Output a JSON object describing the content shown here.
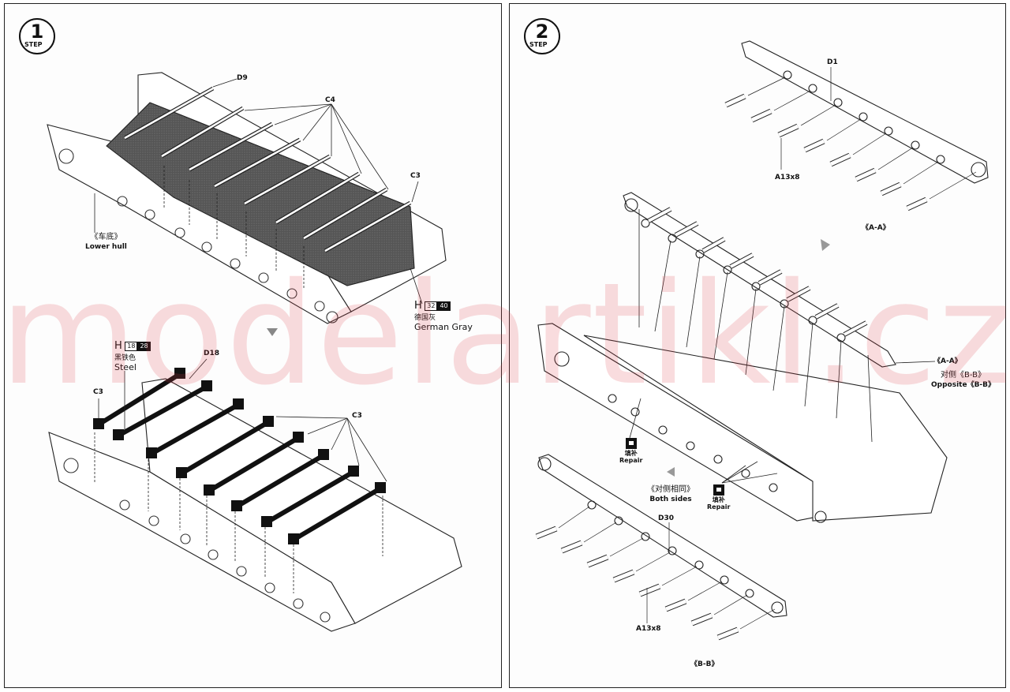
{
  "watermark": "modelartikl.cz",
  "step1": {
    "number": "1",
    "badge": "STEP",
    "labels": {
      "d9": "D9",
      "c4": "C4",
      "c3_top": "C3",
      "lower_hull_cn": "《车底》",
      "lower_hull_en": "Lower hull",
      "paint_top_h": "H",
      "paint_top_code1": "32",
      "paint_top_code2": "40",
      "paint_top_cn": "德国灰",
      "paint_top_en": "German Gray",
      "paint_bot_h": "H",
      "paint_bot_code1": "18",
      "paint_bot_code2": "28",
      "paint_bot_cn": "黑铁色",
      "paint_bot_en": "Steel",
      "d18": "D18",
      "c3_left": "C3",
      "c3_right": "C3"
    }
  },
  "step2": {
    "number": "2",
    "badge": "STEP",
    "labels": {
      "d1": "D1",
      "a13_top": "A13x8",
      "aa_caption": "《A-A》",
      "aa_right": "《A-A》",
      "opposite_cn": "对侧《B-B》",
      "opposite_en": "Opposite《B-B》",
      "repair1_cn": "填补",
      "repair1_en": "Repair",
      "both_cn": "《对侧相同》",
      "both_en": "Both sides",
      "repair2_cn": "填补",
      "repair2_en": "Repair",
      "d30": "D30",
      "a13_bot": "A13x8",
      "bb_caption": "《B-B》"
    }
  }
}
